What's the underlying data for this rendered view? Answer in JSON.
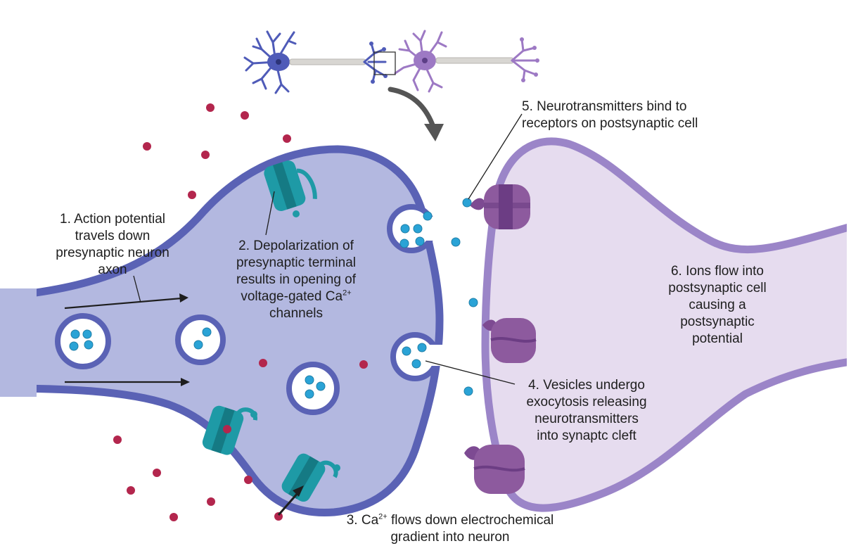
{
  "colors": {
    "presynaptic_fill": "#b3b8e0",
    "presynaptic_membrane": "#5a62b5",
    "postsynaptic_fill": "#e6dcef",
    "postsynaptic_membrane": "#9b85c8",
    "neurotransmitter": "#2aa3d6",
    "calcium_ion": "#b3264d",
    "ca_channel": "#1e9aa6",
    "receptor": "#8d5a9e",
    "presynaptic_neuron_icon": "#4f5bb8",
    "postsynaptic_neuron_icon": "#9d79c4",
    "arrow": "#1e1e1e",
    "zoom_arrow": "#555555"
  },
  "labels": {
    "step1": [
      "1. Action potential",
      "travels down",
      "presynaptic neuron",
      "axon"
    ],
    "step2": {
      "line1": "2. Depolarization of",
      "line2": "presynaptic terminal",
      "line3": "results in opening of",
      "line4_pre": "voltage-gated Ca",
      "line4_sup": "2+",
      "line5": "channels"
    },
    "step3": {
      "pre": "3. Ca",
      "sup": "2+",
      "post": " flows down electrochemical",
      "line2": "gradient into neuron"
    },
    "step4": [
      "4. Vesicles undergo",
      "exocytosis releasing",
      "neurotransmitters",
      "into synaptc cleft"
    ],
    "step5": [
      "5. Neurotransmitters bind to",
      "receptors on postsynaptic cell"
    ],
    "step6": [
      "6. Ions flow into",
      "postsynaptic cell",
      "causing a",
      "postsynaptic",
      "potential"
    ]
  }
}
